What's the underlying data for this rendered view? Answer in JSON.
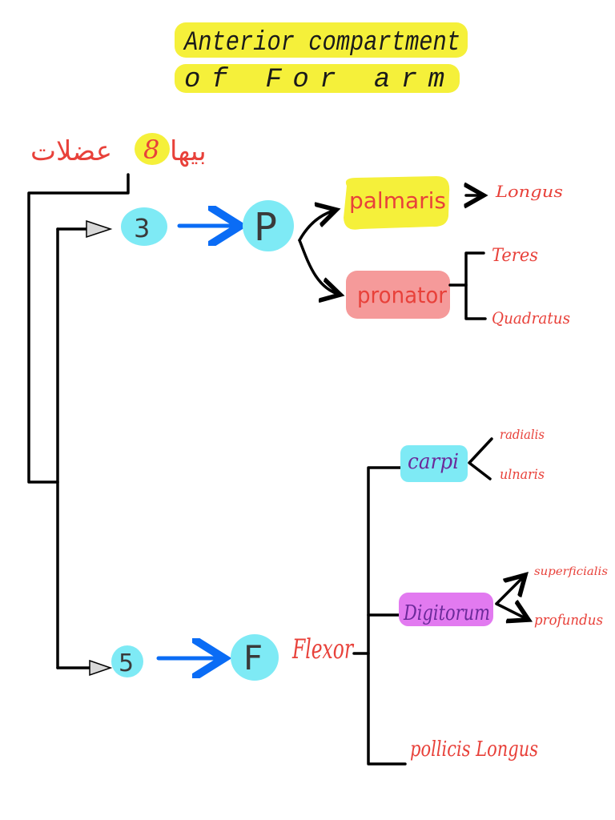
{
  "title": {
    "line1": "Anterior compartment",
    "line2": "of For arm"
  },
  "arabic_note": {
    "prefix": "بيها",
    "number": "8",
    "suffix": "عضلات"
  },
  "nodes": {
    "group_a": {
      "count": "3",
      "letter": "P"
    },
    "group_b": {
      "count": "5",
      "letter": "F",
      "word": "Flexor"
    }
  },
  "p_branches": {
    "palmaris": {
      "label": "palmaris",
      "child": "Longus"
    },
    "pronator": {
      "label": "pronator",
      "children": [
        "Teres",
        "Quadratus"
      ]
    }
  },
  "f_branches": {
    "carpi": {
      "label": "carpi",
      "children": [
        "radialis",
        "ulnaris"
      ]
    },
    "digitorum": {
      "label": "Digitorum",
      "children": [
        "superficialis",
        "profundus"
      ]
    },
    "pollicis": {
      "label": "pollicis Longus"
    }
  },
  "colors": {
    "highlight_yellow": "#f5f03a",
    "highlight_cyan": "#7eeaf5",
    "highlight_pink": "#f59a9a",
    "highlight_magenta": "#e27af0",
    "ink_red": "#e8413a",
    "arrow_blue": "#0a6cf5"
  }
}
